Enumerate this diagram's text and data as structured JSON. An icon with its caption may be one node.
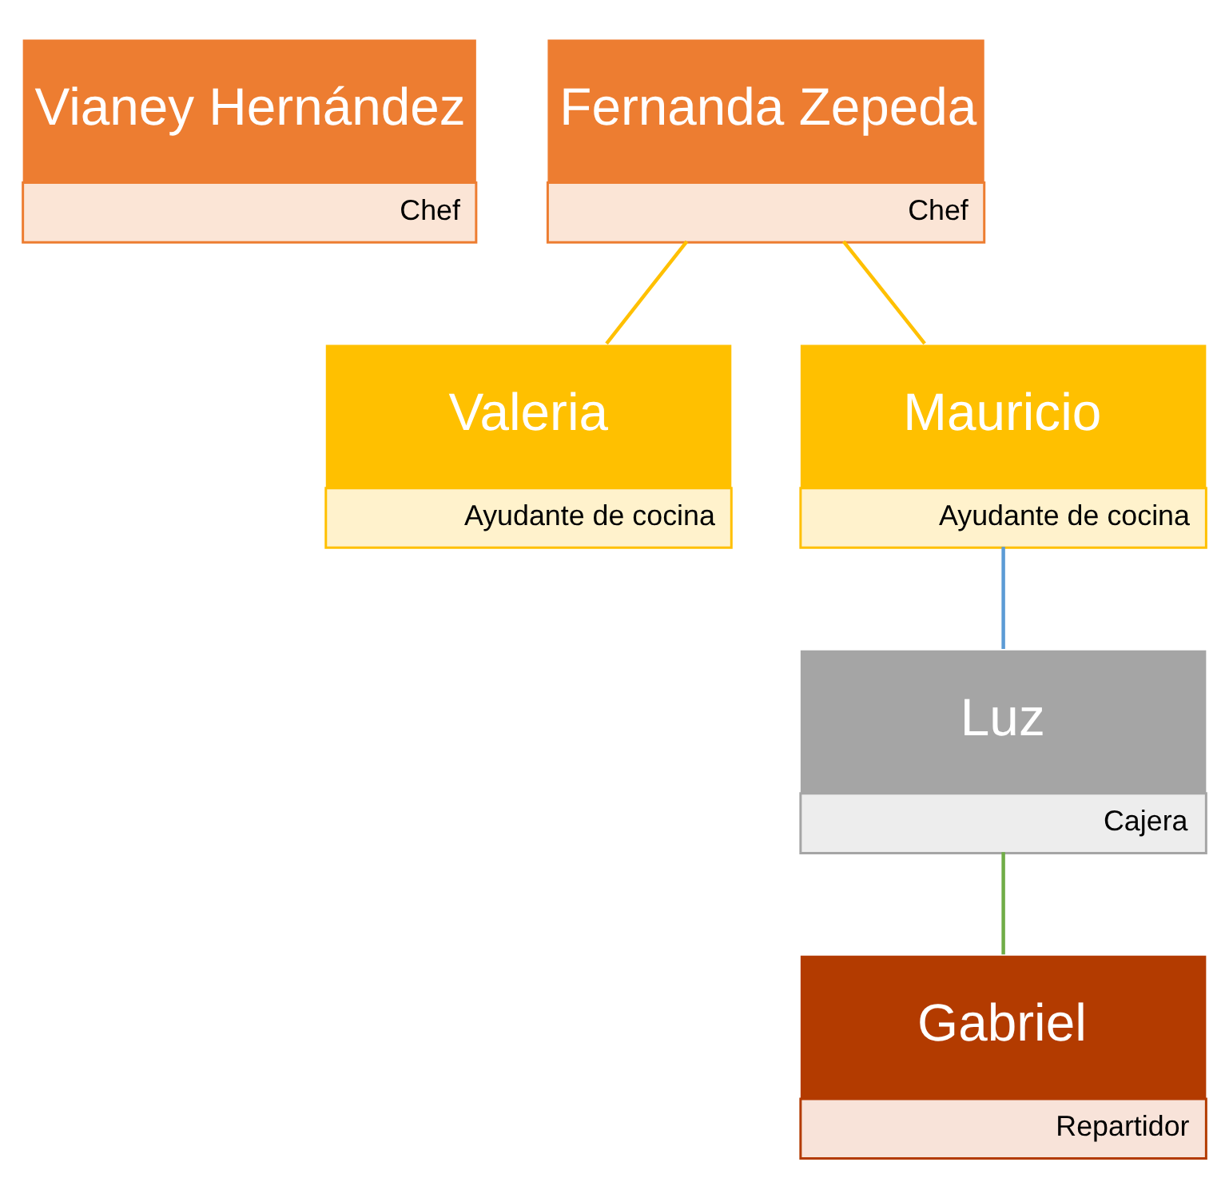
{
  "diagram": {
    "nodes": [
      {
        "text": [
          "Vianey Hernández",
          "Chef"
        ]
      },
      {
        "text": [
          "Fernanda Zepeda",
          "Chef"
        ]
      },
      {
        "text": [
          "Valeria",
          "Ayudante de cocina"
        ]
      },
      {
        "text": [
          "Mauricio",
          "Ayudante de cocina"
        ]
      },
      {
        "text": [
          "Luz",
          "Cajera"
        ]
      },
      {
        "text": [
          "Gabriel",
          "Repartidor"
        ]
      }
    ],
    "edges": [
      {
        "from": 1,
        "to": 2,
        "arrow": "none"
      },
      {
        "from": 1,
        "to": 3,
        "arrow": "none"
      },
      {
        "from": 3,
        "to": 4,
        "arrow": "none",
        "color": "#5b9bd5"
      },
      {
        "from": 4,
        "to": 5,
        "arrow": "none",
        "color": "#70ad47"
      }
    ]
  }
}
